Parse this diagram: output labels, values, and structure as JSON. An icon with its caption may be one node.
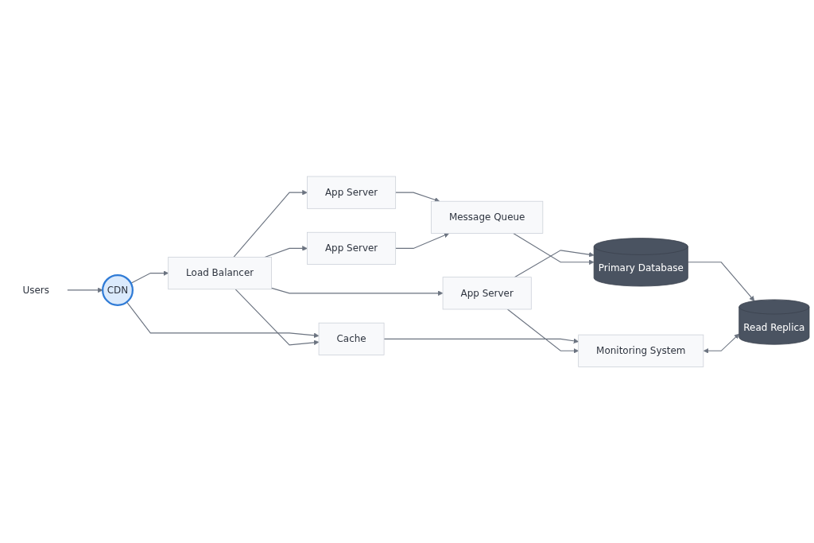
{
  "diagram": {
    "nodes": [
      {
        "text": [
          "Users"
        ]
      },
      {
        "text": [
          "CDN"
        ]
      },
      {
        "text": [
          "Load Balancer"
        ]
      },
      {
        "text": [
          "App Server"
        ]
      },
      {
        "text": [
          "App Server"
        ]
      },
      {
        "text": [
          "Message Queue"
        ]
      },
      {
        "text": [
          "App Server"
        ]
      },
      {
        "text": [
          "Cache"
        ]
      },
      {
        "text": [
          "Primary Database"
        ]
      },
      {
        "text": [
          "Monitoring System"
        ]
      },
      {
        "text": [
          "Read Replica"
        ]
      }
    ],
    "edges": [
      {
        "from": 0,
        "to": 1,
        "arrow": "to"
      },
      {
        "from": 1,
        "to": 2,
        "arrow": "to"
      },
      {
        "from": 1,
        "to": 7,
        "arrow": "to"
      },
      {
        "from": 2,
        "to": 7,
        "arrow": "to"
      },
      {
        "from": 2,
        "to": 3,
        "arrow": "to"
      },
      {
        "from": 2,
        "to": 4,
        "arrow": "to"
      },
      {
        "from": 2,
        "to": 6,
        "arrow": "to"
      },
      {
        "from": 3,
        "to": 5,
        "arrow": "to"
      },
      {
        "from": 4,
        "to": 5,
        "arrow": "to"
      },
      {
        "from": 6,
        "to": 8,
        "arrow": "to"
      },
      {
        "from": 5,
        "to": 8,
        "arrow": "to"
      },
      {
        "from": 8,
        "to": 10,
        "arrow": "to"
      },
      {
        "from": 7,
        "to": 9,
        "arrow": "to"
      },
      {
        "from": 6,
        "to": 9,
        "arrow": "to"
      },
      {
        "from": 9,
        "to": 10,
        "arrow": "both"
      }
    ]
  }
}
